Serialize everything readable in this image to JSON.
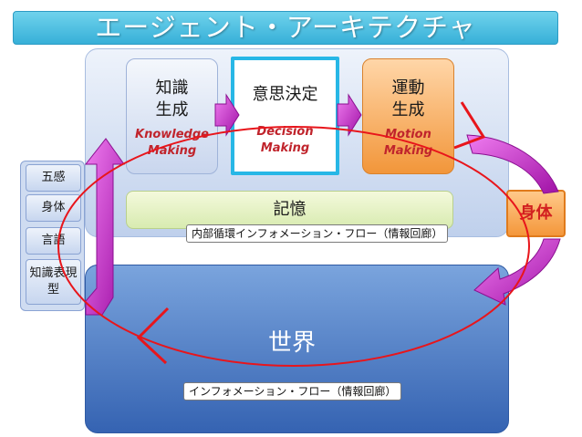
{
  "title": "エージェント・アーキテクチャ",
  "knowledge": {
    "jp_line1": "知識",
    "jp_line2": "生成",
    "en_line1": "Knowledge",
    "en_line2": "Making"
  },
  "decision": {
    "jp": "意思決定",
    "en_line1": "Decision",
    "en_line2": "Making"
  },
  "motion": {
    "jp_line1": "運動",
    "jp_line2": "生成",
    "en_line1": "Motion",
    "en_line2": "Making"
  },
  "memory": "記憶",
  "inner_flow": "内部循環インフォメーション・フロー（情報回廊）",
  "world": "世界",
  "outer_flow": "インフォメーション・フロー（情報回廊）",
  "senses": [
    "五感",
    "身体",
    "言語",
    "知識表現型"
  ],
  "body": "身体",
  "colors": {
    "title_bg": "#37b0d8",
    "loop_red": "#e8151b",
    "arrow_magenta": "#c21ec4",
    "decision_border": "#27b7e6"
  }
}
